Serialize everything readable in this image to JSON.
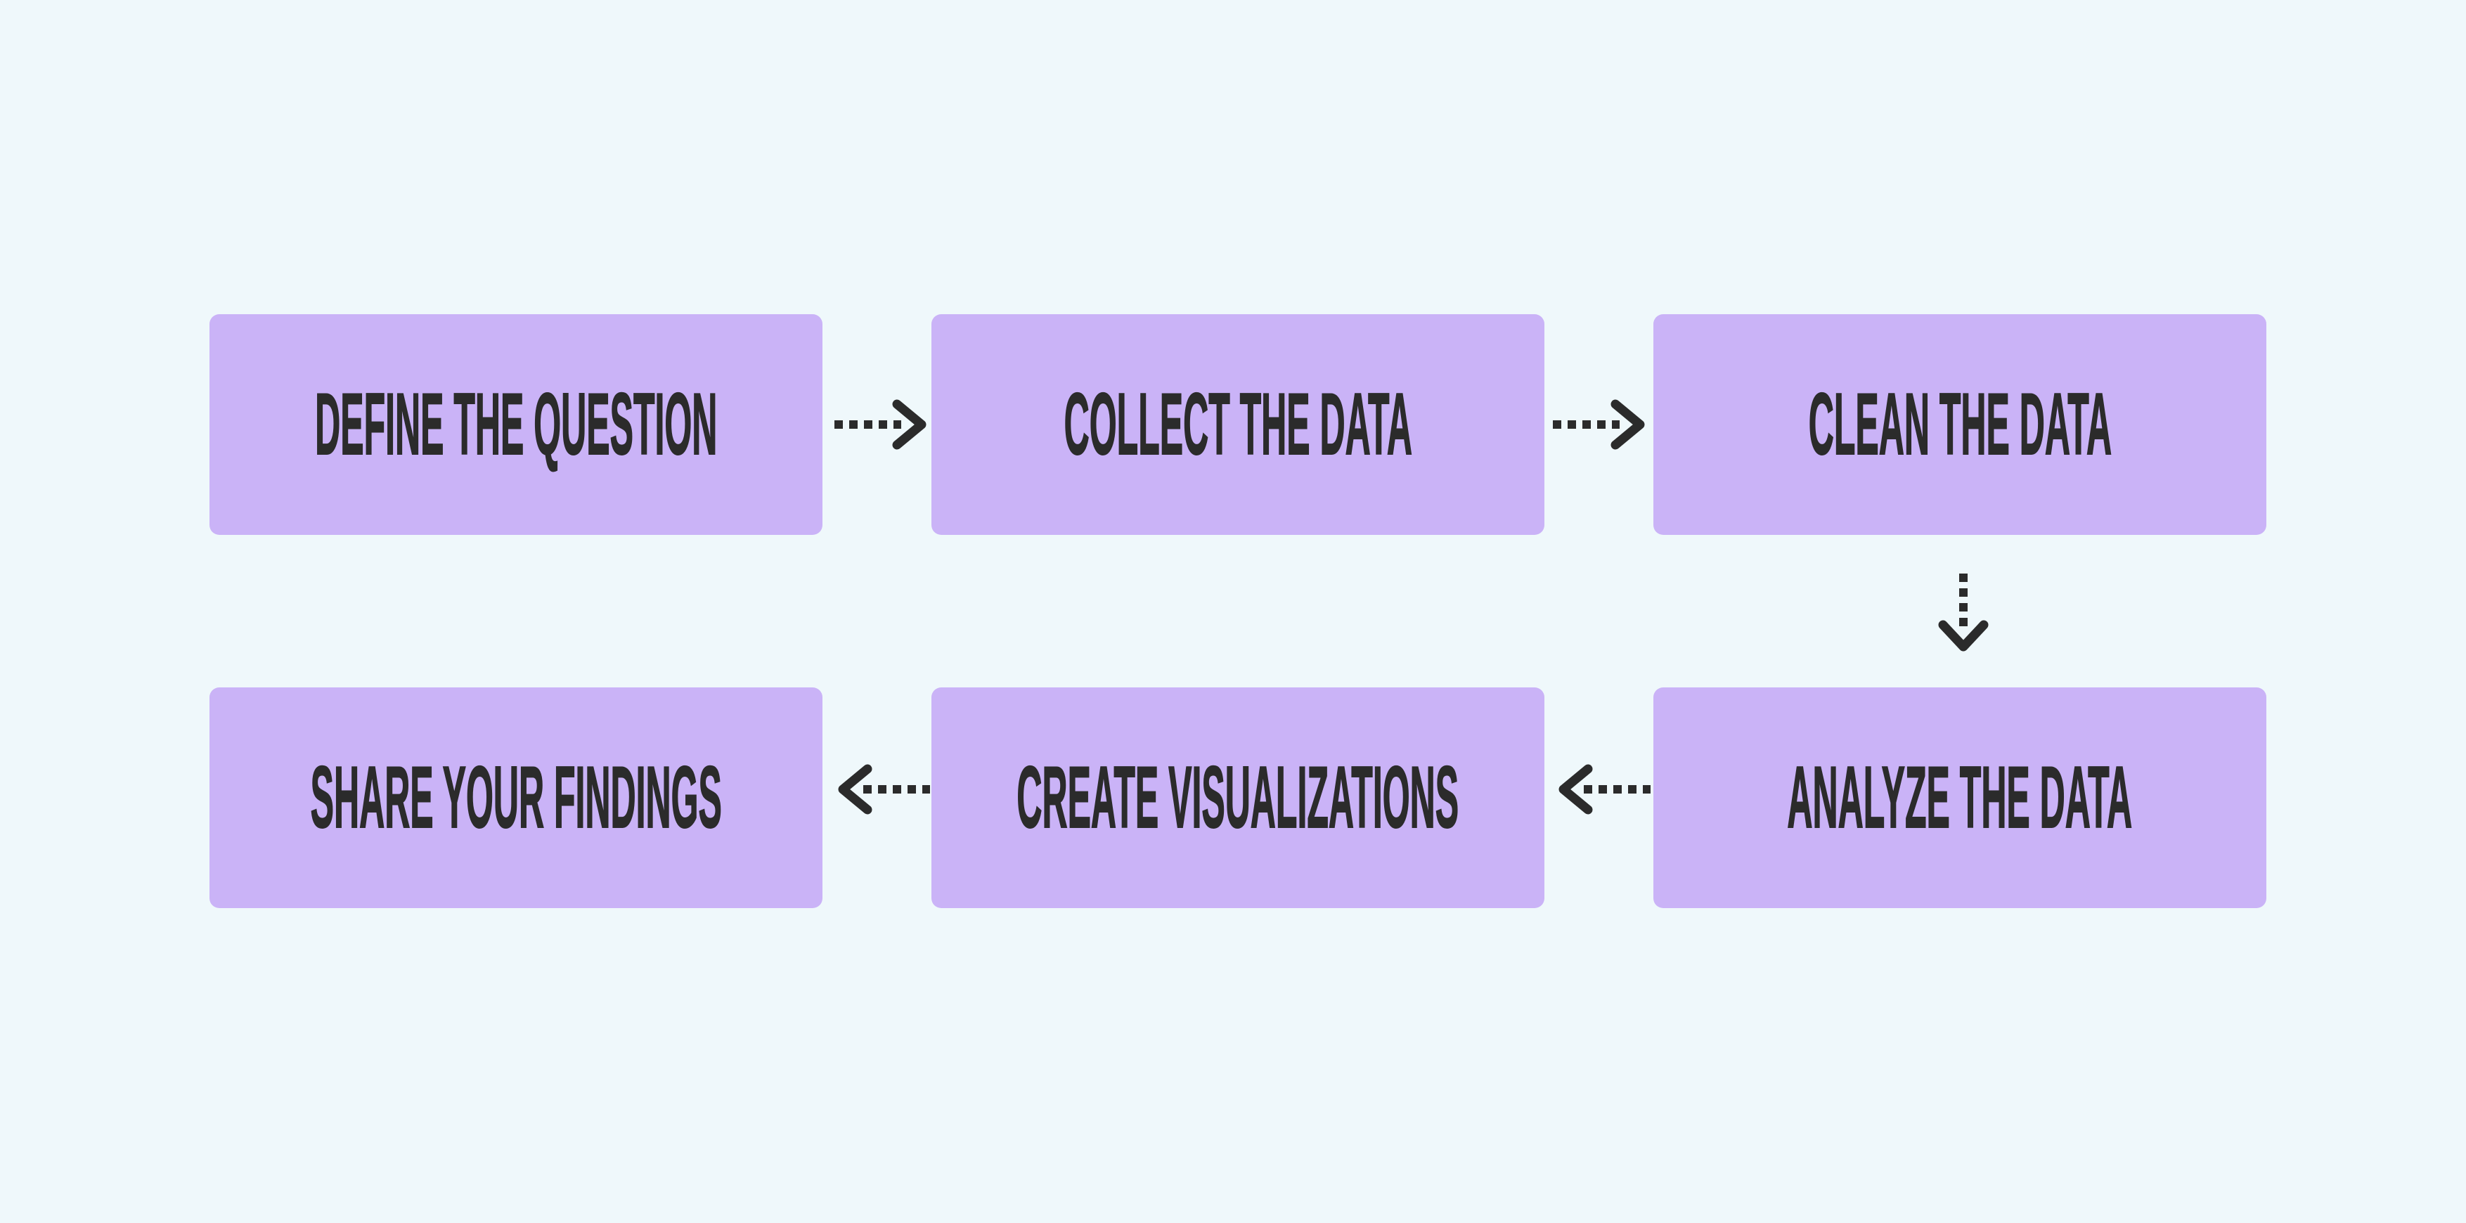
{
  "diagram": {
    "title": "data analysis process flowchart",
    "colors": {
      "background": "#eff8fb",
      "box_fill": "#cab3f7",
      "text": "#2b2b2b",
      "arrow": "#2b2b2b"
    },
    "steps": [
      {
        "label": "DEFINE THE QUESTION"
      },
      {
        "label": "COLLECT THE DATA"
      },
      {
        "label": "CLEAN THE DATA"
      },
      {
        "label": "ANALYZE THE DATA"
      },
      {
        "label": "CREATE VISUALIZATIONS"
      },
      {
        "label": "SHARE YOUR FINDINGS"
      }
    ],
    "arrows": [
      {
        "from": "DEFINE THE QUESTION",
        "to": "COLLECT THE DATA",
        "direction": "right",
        "style": "dotted"
      },
      {
        "from": "COLLECT THE DATA",
        "to": "CLEAN THE DATA",
        "direction": "right",
        "style": "dotted"
      },
      {
        "from": "CLEAN THE DATA",
        "to": "ANALYZE THE DATA",
        "direction": "down",
        "style": "dotted"
      },
      {
        "from": "ANALYZE THE DATA",
        "to": "CREATE VISUALIZATIONS",
        "direction": "left",
        "style": "dotted"
      },
      {
        "from": "CREATE VISUALIZATIONS",
        "to": "SHARE YOUR FINDINGS",
        "direction": "left",
        "style": "dotted"
      }
    ]
  }
}
